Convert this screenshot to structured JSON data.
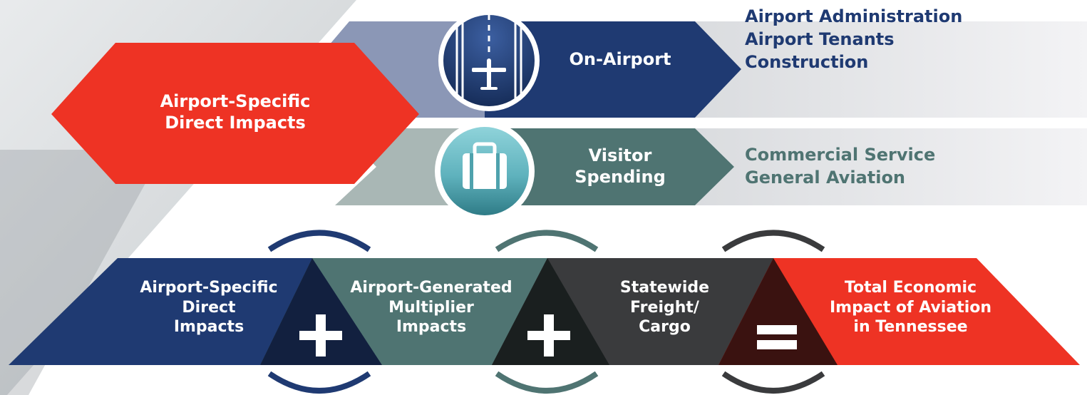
{
  "colors": {
    "red": "#ee3324",
    "navy": "#1f3a72",
    "teal": "#4f7472",
    "charcoal": "#3a3b3d",
    "lavender": "#8b97b6",
    "sage": "#a9b7b5",
    "gray_panel": "#e6e7ea",
    "text_navy": "#1f3a72",
    "text_teal": "#4f7472",
    "white": "#ffffff"
  },
  "top": {
    "main_label": "Airport-Specific\nDirect Impacts",
    "row1": {
      "icon": "runway-airplane-icon",
      "label": "On-Airport",
      "items": [
        "Airport Administration",
        "Airport Tenants",
        "Construction"
      ]
    },
    "row2": {
      "icon": "suitcase-icon",
      "label": "Visitor\nSpending",
      "items": [
        "Commercial Service",
        "General Aviation"
      ]
    }
  },
  "equation": {
    "terms": [
      {
        "label": "Airport-Specific\nDirect\nImpacts"
      },
      {
        "label": "Airport-Generated\nMultiplier\nImpacts"
      },
      {
        "label": "Statewide\nFreight/\nCargo"
      },
      {
        "label": "Total Economic\nImpact of Aviation\nin Tennessee"
      }
    ],
    "operators": [
      {
        "symbol": "plus",
        "icon": "plus-icon"
      },
      {
        "symbol": "plus",
        "icon": "plus-icon"
      },
      {
        "symbol": "equals",
        "icon": "equals-icon"
      }
    ]
  }
}
